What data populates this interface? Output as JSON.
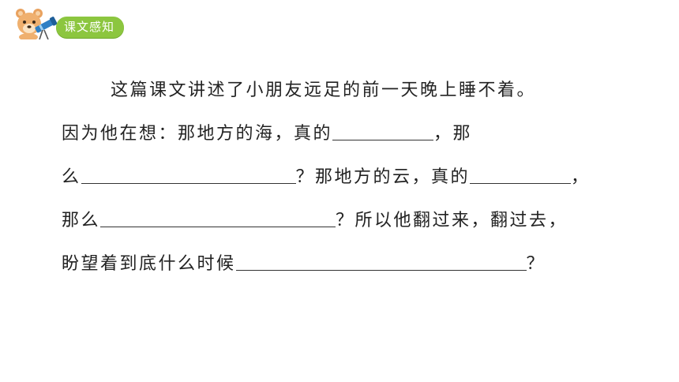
{
  "header": {
    "badge_label": "课文感知",
    "mascot_icon": "bear-with-telescope-icon",
    "accent_color": "#8cc63f"
  },
  "lesson": {
    "intro": "这篇课文讲述了小朋友远足的前一天晚上睡不着。",
    "line2_a": "因为他在想：那地方的海，真的",
    "line2_b": "，那",
    "line3_a": "么",
    "line3_b": "？那地方的云，真的",
    "line3_c": "，",
    "line4_a": "那么",
    "line4_b": "？所以他翻过来，翻过去，",
    "line5_a": "盼望着到底什么时候",
    "line5_b": "？"
  }
}
